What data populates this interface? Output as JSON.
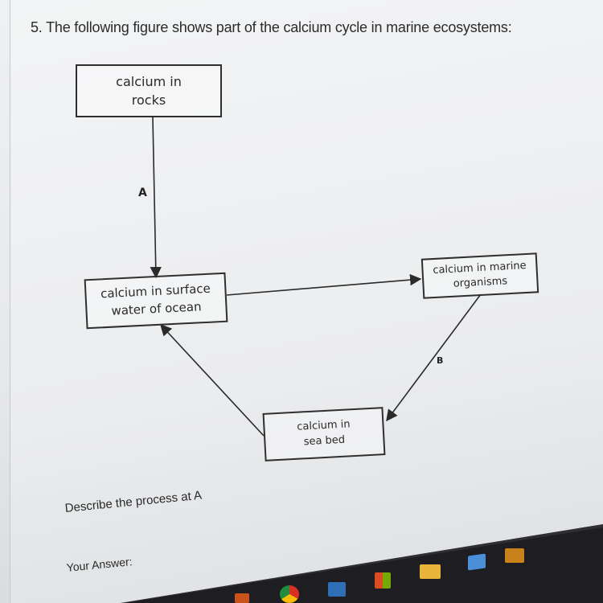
{
  "question": {
    "text": "5. The following figure shows part of the calcium cycle in marine ecosystems:"
  },
  "diagram": {
    "nodes": {
      "rocks": "calcium in\nrocks",
      "surface": "calcium in surface\nwater of ocean",
      "organisms": "calcium in marine\norganisms",
      "seabed": "calcium in\nsea bed"
    },
    "labels": {
      "a": "A",
      "b": "B"
    }
  },
  "prompt": {
    "describe": "Describe the process at A",
    "your_answer": "Your Answer:"
  },
  "taskbar": {
    "icons": [
      "folder-icon",
      "chrome-icon",
      "file-explorer-icon",
      "store-icon",
      "mail-icon",
      "edge-icon",
      "word-icon"
    ],
    "colors": {
      "taskbar": "#1e1e22",
      "folder": "#e8b53a",
      "store": "#2f7fd8",
      "mail": "#4a8fd8",
      "word": "#2b579a"
    }
  }
}
